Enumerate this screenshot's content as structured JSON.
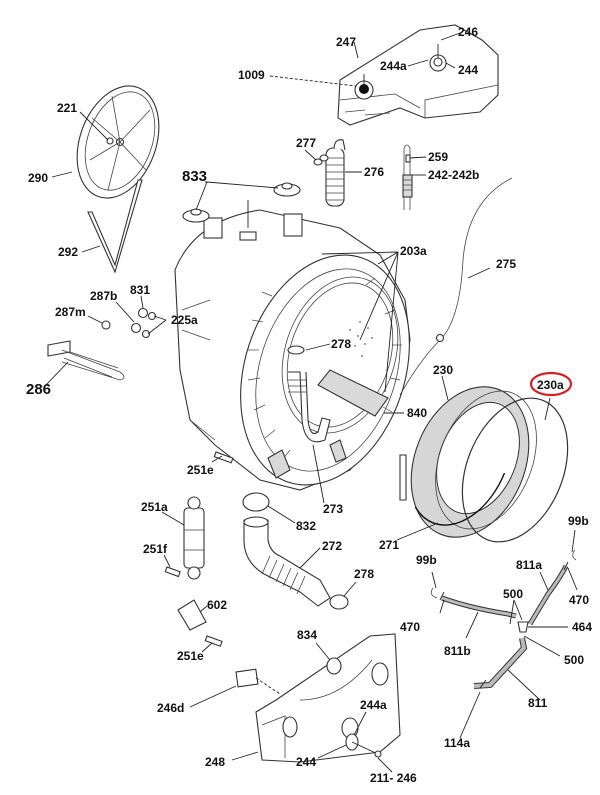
{
  "diagram": {
    "title": "",
    "highlight_color": "#d42020",
    "highlighted_label": "230a",
    "labels": {
      "l247": "247",
      "l246_top": "246",
      "l1009": "1009",
      "l244a_top": "244a",
      "l244_top": "244",
      "l221": "221",
      "l290": "290",
      "l277": "277",
      "l276": "276",
      "l259": "259",
      "l242": "242-242b",
      "l833": "833",
      "l292": "292",
      "l203a": "203a",
      "l275": "275",
      "l287b": "287b",
      "l831": "831",
      "l287m": "287m",
      "l225a": "225a",
      "l278_top": "278",
      "l286": "286",
      "l230": "230",
      "l230a": "230a",
      "l840": "840",
      "l251e_top": "251e",
      "l273": "273",
      "l251a": "251a",
      "l832": "832",
      "l271": "271",
      "l99b_right": "99b",
      "l272": "272",
      "l251f": "251f",
      "l99b_left": "99b",
      "l811a": "811a",
      "l278_bottom": "278",
      "l500_top": "500",
      "l470_right": "470",
      "l602": "602",
      "l470_left": "470",
      "l464": "464",
      "l834": "834",
      "l811b": "811b",
      "l500_bottom": "500",
      "l251e_bottom": "251e",
      "l246d": "246d",
      "l811": "811",
      "l244a_bottom": "244a",
      "l114a": "114a",
      "l248": "248",
      "l244_bottom": "244",
      "l211_246": "211- 246"
    }
  }
}
